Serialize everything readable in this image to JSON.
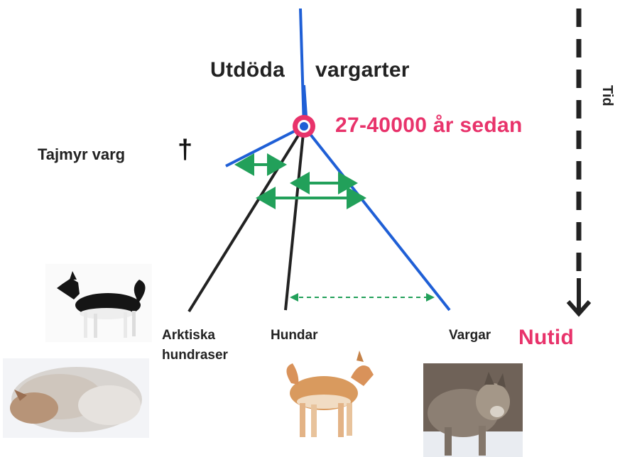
{
  "labels": {
    "extinct": "Utdöda",
    "wolf_species": "vargarter",
    "date": "27-40000 år sedan",
    "taimyr": "Tajmyr varg",
    "cross_symbol": "†",
    "time": "Tid",
    "arctic_1": "Arktiska",
    "arctic_2": "hundraser",
    "dogs": "Hundar",
    "wolves": "Vargar",
    "present": "Nutid"
  },
  "colors": {
    "wolf_lineage": "#1f5fd6",
    "dog_lineage": "#222222",
    "gene_flow": "#22a05a",
    "highlight": "#e8336b"
  },
  "icons": [
    "dagger-cross-icon",
    "down-arrow-icon",
    "target-circle-icon"
  ]
}
